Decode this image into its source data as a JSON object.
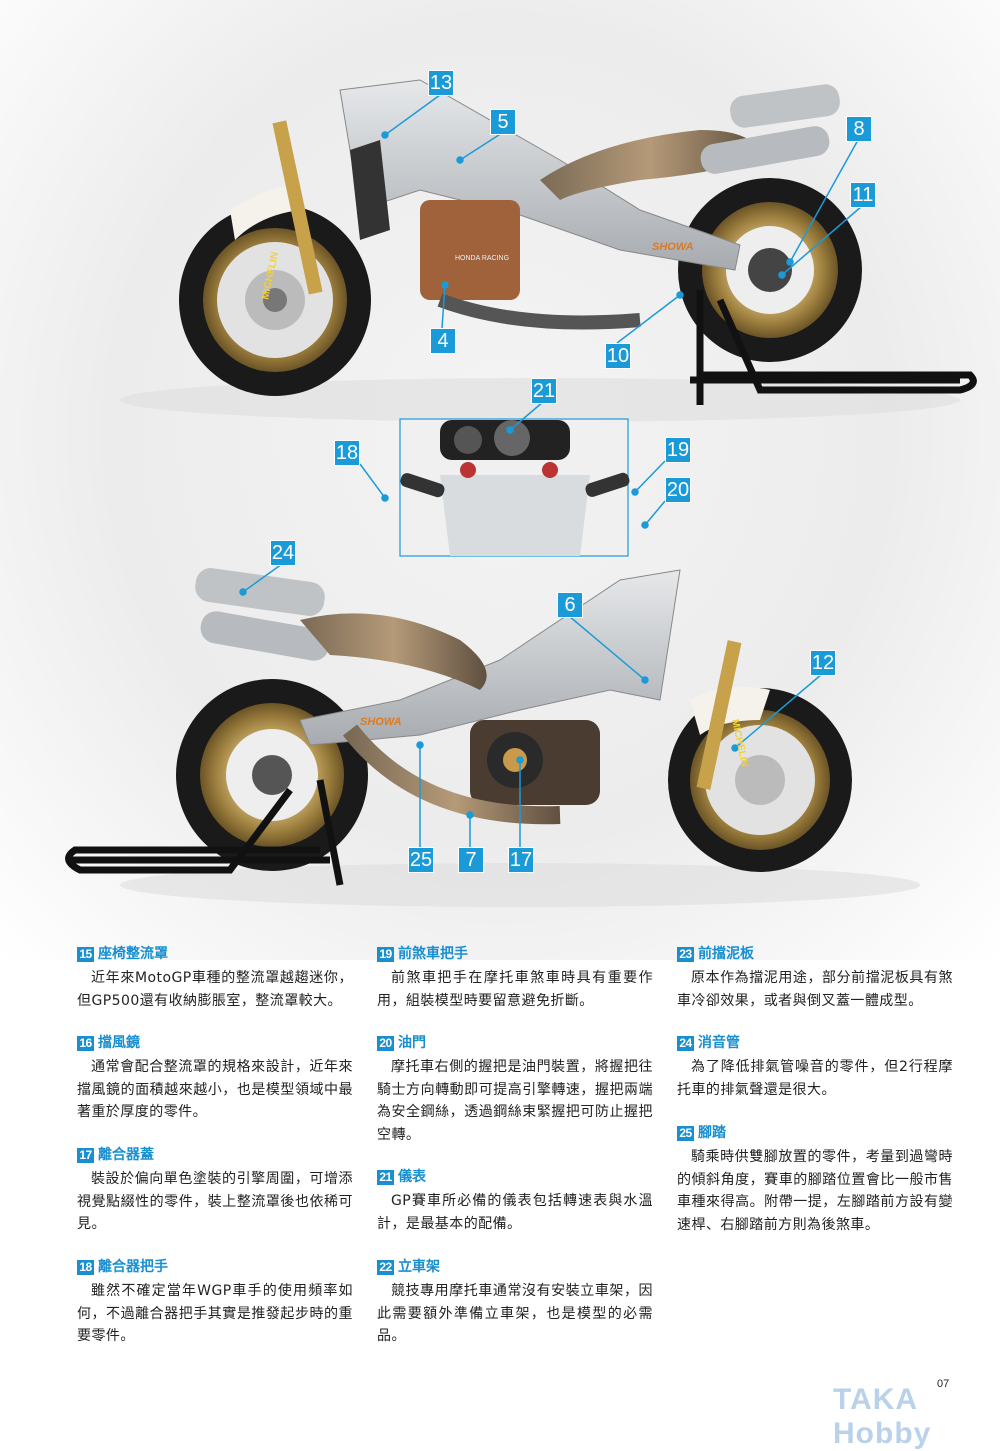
{
  "callouts": {
    "top_bike": [
      "13",
      "5",
      "8",
      "11",
      "4",
      "10"
    ],
    "inset": [
      "21",
      "18",
      "19",
      "20"
    ],
    "bottom_bike": [
      "24",
      "6",
      "12",
      "25",
      "7",
      "17"
    ]
  },
  "photo_text": {
    "brand_tire": "MICHELIN",
    "brand_shock": "SHOWA",
    "engine": "HONDA RACING"
  },
  "colors": {
    "accent": "#1b9ad8",
    "heading": "#1a8fd0"
  },
  "sections": [
    {
      "num": "15",
      "title": "座椅整流罩",
      "body": "近年來MotoGP車種的整流罩越趨迷你，但GP500還有收納膨脹室，整流罩較大。"
    },
    {
      "num": "16",
      "title": "擋風鏡",
      "body": "通常會配合整流罩的規格來設計，近年來擋風鏡的面積越來越小，也是模型領域中最著重於厚度的零件。"
    },
    {
      "num": "17",
      "title": "離合器蓋",
      "body": "裝設於偏向單色塗裝的引擎周圍，可增添視覺點綴性的零件，裝上整流罩後也依稀可見。"
    },
    {
      "num": "18",
      "title": "離合器把手",
      "body": "雖然不確定當年WGP車手的使用頻率如何，不過離合器把手其實是推發起步時的重要零件。"
    },
    {
      "num": "19",
      "title": "前煞車把手",
      "body": "前煞車把手在摩托車煞車時具有重要作用，組裝模型時要留意避免折斷。"
    },
    {
      "num": "20",
      "title": "油門",
      "body": "摩托車右側的握把是油門裝置，將握把往騎士方向轉動即可提高引擎轉速，握把兩端為安全鋼絲，透過鋼絲束緊握把可防止握把空轉。"
    },
    {
      "num": "21",
      "title": "儀表",
      "body": "GP賽車所必備的儀表包括轉速表與水溫計，是最基本的配備。"
    },
    {
      "num": "22",
      "title": "立車架",
      "body": "競技專用摩托車通常沒有安裝立車架，因此需要額外準備立車架，也是模型的必需品。"
    },
    {
      "num": "23",
      "title": "前擋泥板",
      "body": "原本作為擋泥用途，部分前擋泥板具有煞車冷卻效果，或者與倒叉蓋一體成型。"
    },
    {
      "num": "24",
      "title": "消音管",
      "body": "為了降低排氣管噪音的零件，但2行程摩托車的排氣聲還是很大。"
    },
    {
      "num": "25",
      "title": "腳踏",
      "body": "騎乘時供雙腳放置的零件，考量到過彎時的傾斜角度，賽車的腳踏位置會比一般市售車種來得高。附帶一提，左腳踏前方設有變速桿、右腳踏前方則為後煞車。"
    }
  ],
  "footer": {
    "page_number": "07",
    "watermark": "TAKA Hobby"
  }
}
